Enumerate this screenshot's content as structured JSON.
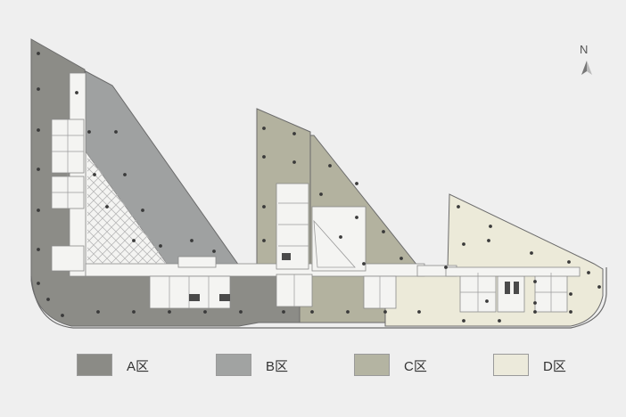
{
  "compass": {
    "label": "N"
  },
  "legend": [
    {
      "label": "A区",
      "color": "#8b8b86"
    },
    {
      "label": "B区",
      "color": "#a1a3a2"
    },
    {
      "label": "C区",
      "color": "#b4b4a2"
    },
    {
      "label": "D区",
      "color": "#eceadb"
    }
  ],
  "colors": {
    "background": "#efefef",
    "zone_a": "#8c8c87",
    "zone_b": "#9fa1a1",
    "zone_c": "#b3b29f",
    "zone_d": "#ecead9",
    "core": "#f4f4f2",
    "wall": "#6b6b6b",
    "column": "#3a3a3a"
  }
}
